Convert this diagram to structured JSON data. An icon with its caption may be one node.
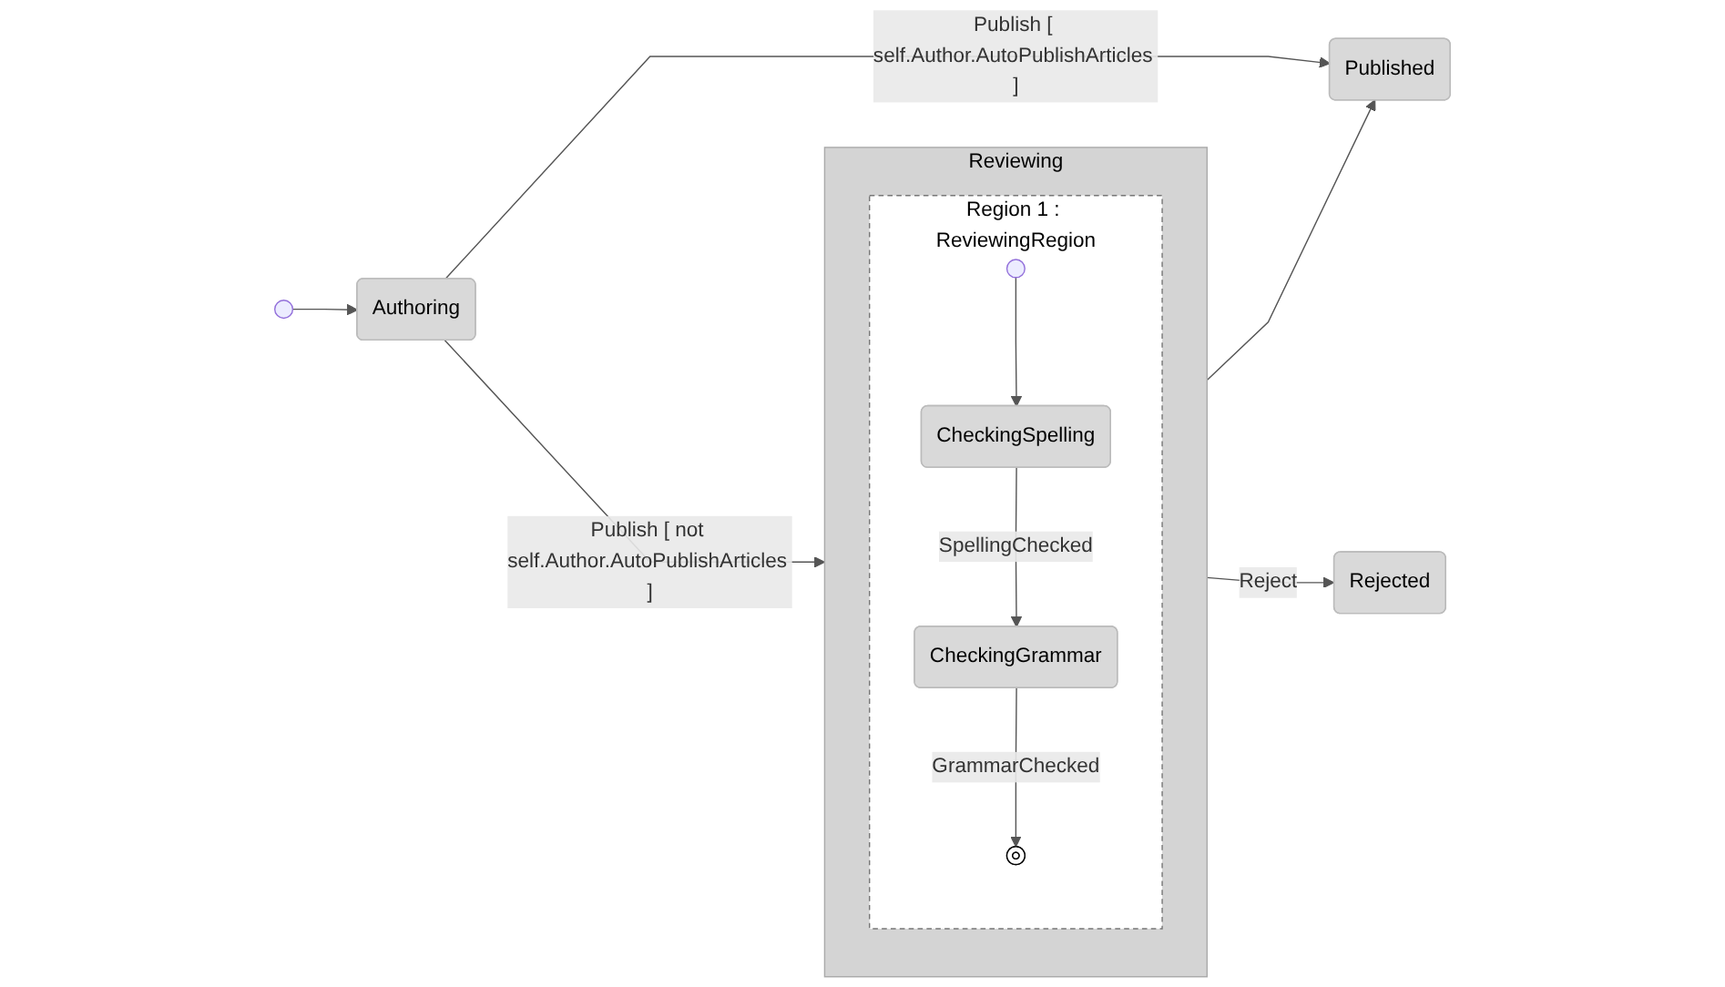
{
  "diagram": {
    "nodes": [
      {
        "text": [],
        "shape": "circle"
      },
      {
        "text": [
          "Authoring"
        ]
      },
      {
        "text": [
          "Reviewing"
        ]
      },
      {
        "text": [
          "Region 1 : ReviewingRegion"
        ],
        "in": 2
      },
      {
        "text": [],
        "shape": "circle",
        "in": 3
      },
      {
        "text": [
          "CheckingSpelling"
        ],
        "in": 3
      },
      {
        "text": [
          "CheckingGrammar"
        ],
        "in": 3
      },
      {
        "text": [],
        "shape": "circle",
        "in": 3
      },
      {
        "text": [
          "Rejected"
        ]
      },
      {
        "text": [
          "Published"
        ]
      }
    ],
    "edges": [
      {
        "from": 0,
        "to": 1,
        "arrow": "to"
      },
      {
        "from": 1,
        "to": 2,
        "arrow": "to",
        "label": "Publish [ not self.Author.AutoPublishArticles ]"
      },
      {
        "from": 1,
        "to": 9,
        "arrow": "to",
        "label": "Publish [ self.Author.AutoPublishArticles ]"
      },
      {
        "from": 4,
        "to": 5,
        "arrow": "to"
      },
      {
        "from": 5,
        "to": 6,
        "arrow": "to",
        "label": "SpellingChecked"
      },
      {
        "from": 6,
        "to": 7,
        "arrow": "to",
        "label": "GrammarChecked"
      },
      {
        "from": 2,
        "to": 8,
        "arrow": "to",
        "label": "Reject"
      },
      {
        "from": 2,
        "to": 9,
        "arrow": "to"
      }
    ]
  }
}
